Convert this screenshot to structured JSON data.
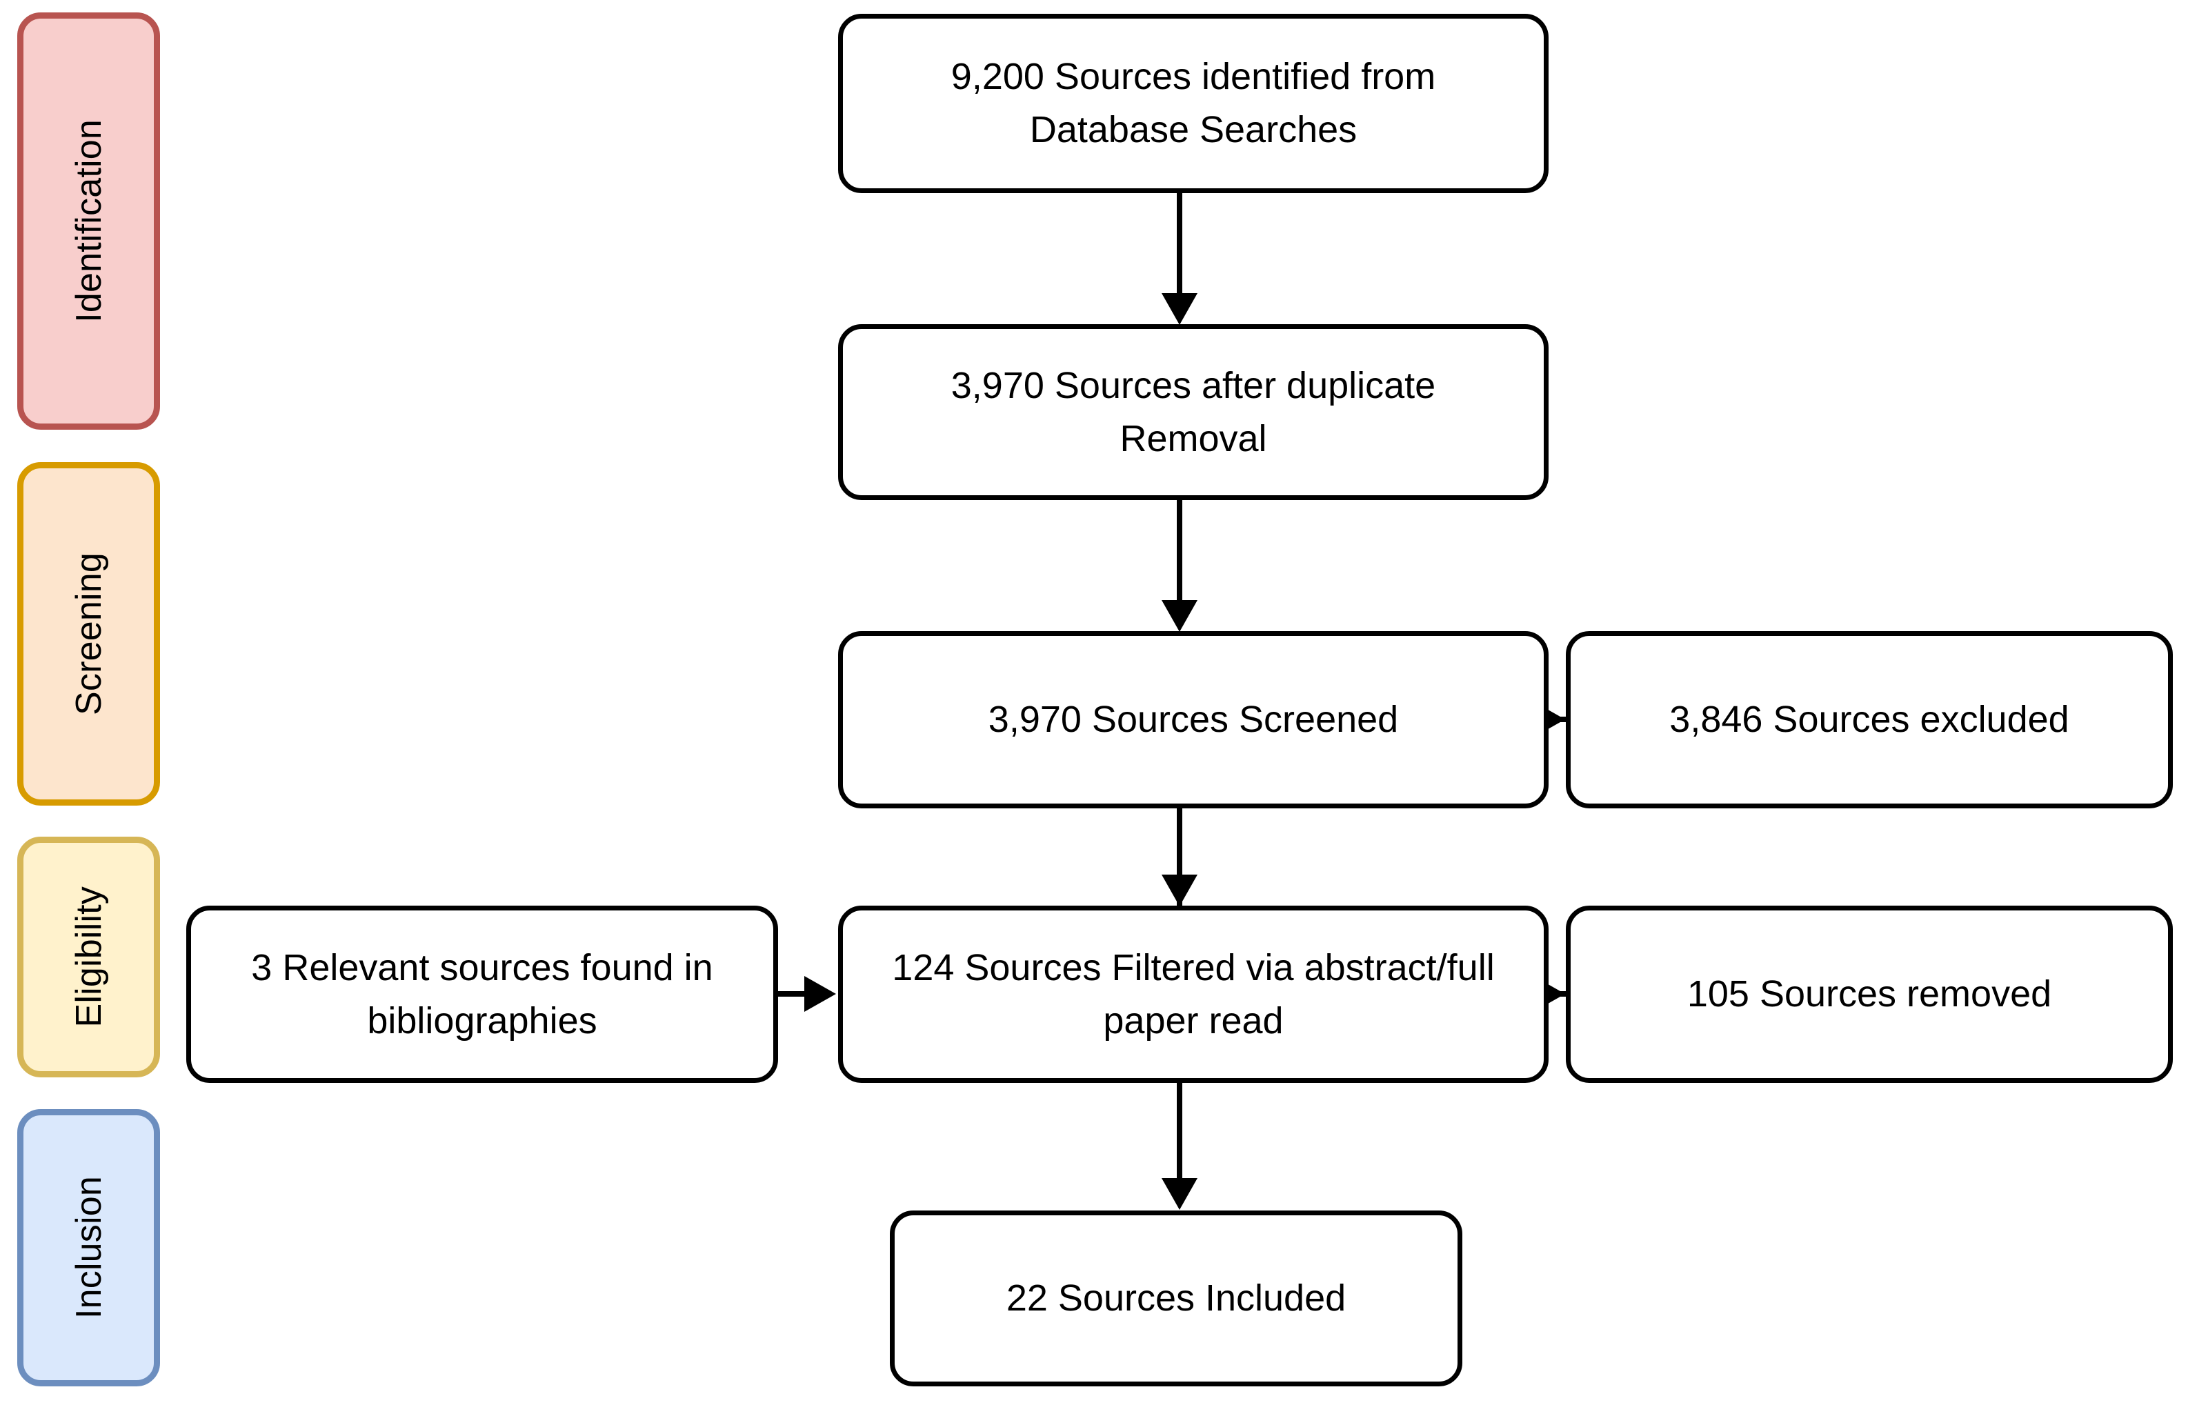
{
  "diagram": {
    "type": "prisma-flow-diagram",
    "title": "",
    "stages": [
      {
        "id": "identification",
        "label": "Identification",
        "fill": "#f8cecc",
        "stroke": "#b85450"
      },
      {
        "id": "screening",
        "label": "Screening",
        "fill": "#fde5cd",
        "stroke": "#d79b00"
      },
      {
        "id": "eligibility",
        "label": "Eligibility",
        "fill": "#fff2cc",
        "stroke": "#d6b656"
      },
      {
        "id": "inclusion",
        "label": "Inclusion",
        "fill": "#dae8fc",
        "stroke": "#6c8ebf"
      }
    ],
    "nodes": [
      {
        "id": "identified",
        "stage": "identification",
        "count": "9,200",
        "label": "9,200 Sources identified from\nDatabase Searches"
      },
      {
        "id": "after-duplicates",
        "stage": "identification",
        "count": "3,970",
        "label": "3,970 Sources after duplicate\nRemoval"
      },
      {
        "id": "screened",
        "stage": "screening",
        "count": "3,970",
        "label": "3,970 Sources Screened"
      },
      {
        "id": "excluded",
        "stage": "screening",
        "count": "3,846",
        "label": "3,846 Sources excluded"
      },
      {
        "id": "bibliographies",
        "stage": "eligibility",
        "count": "3",
        "label": "3 Relevant sources found in\nbibliographies"
      },
      {
        "id": "filtered",
        "stage": "eligibility",
        "count": "124",
        "label": "124 Sources Filtered via abstract/full\npaper read"
      },
      {
        "id": "removed",
        "stage": "eligibility",
        "count": "105",
        "label": "105 Sources removed"
      },
      {
        "id": "included",
        "stage": "inclusion",
        "count": "22",
        "label": "22 Sources Included"
      }
    ],
    "edges": [
      {
        "from": "identified",
        "to": "after-duplicates",
        "direction": "down"
      },
      {
        "from": "after-duplicates",
        "to": "screened",
        "direction": "down"
      },
      {
        "from": "screened",
        "to": "excluded",
        "direction": "right"
      },
      {
        "from": "screened",
        "to": "filtered",
        "direction": "down"
      },
      {
        "from": "bibliographies",
        "to": "filtered",
        "direction": "right"
      },
      {
        "from": "filtered",
        "to": "removed",
        "direction": "right"
      },
      {
        "from": "filtered",
        "to": "included",
        "direction": "down"
      }
    ],
    "colors": {
      "node_stroke": "#000000",
      "node_fill": "#ffffff",
      "edge": "#000000",
      "text": "#000000",
      "background": "#ffffff"
    }
  }
}
